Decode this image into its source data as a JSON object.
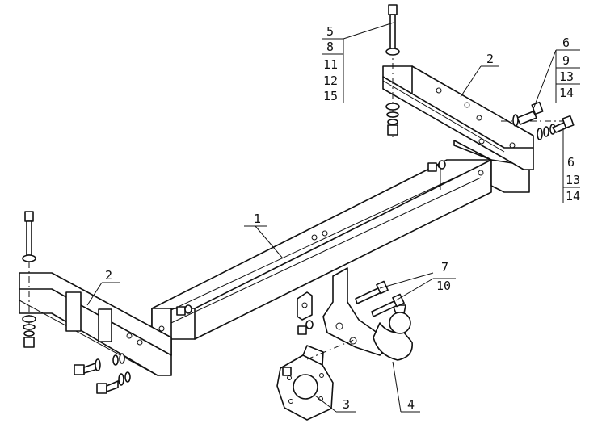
{
  "labels": {
    "top_group": [
      "5",
      "8",
      "11",
      "12",
      "15"
    ],
    "right_top_group": [
      "6",
      "9",
      "13",
      "14"
    ],
    "right_lower_group": [
      "6",
      "13",
      "14"
    ],
    "right_bracket": "2",
    "left_bracket": "2",
    "crossbar": "1",
    "socket_plate": "3",
    "ball": "4",
    "bolts_a": "7",
    "bolts_b": "10"
  }
}
